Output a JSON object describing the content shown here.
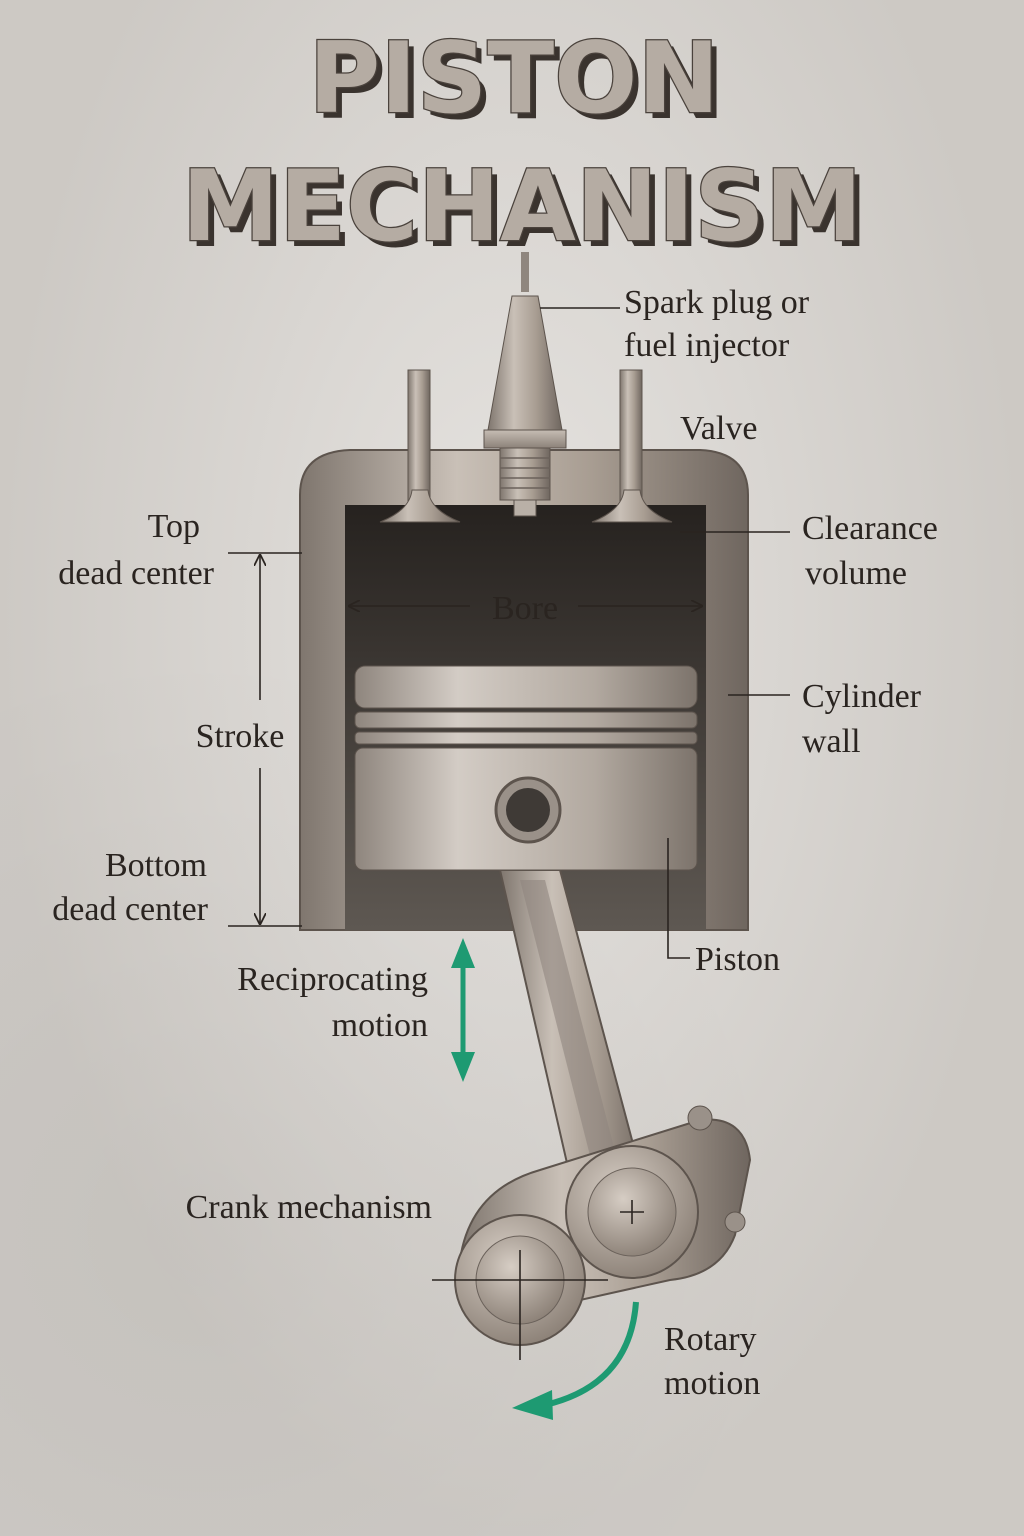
{
  "title": {
    "line1": "PISTON",
    "line2": "MECHANISM"
  },
  "labels": {
    "spark_plug": [
      "Spark plug or",
      "fuel injector"
    ],
    "valve": "Valve",
    "top_dead_center": [
      "Top",
      "dead center"
    ],
    "clearance_volume": [
      "Clearance",
      "volume"
    ],
    "bore": "Bore",
    "cylinder_wall": [
      "Cylinder",
      "wall"
    ],
    "stroke": "Stroke",
    "bottom_dead_center": [
      "Bottom",
      "dead center"
    ],
    "piston": "Piston",
    "reciprocating_motion": [
      "Reciprocating",
      "motion"
    ],
    "crank_mechanism": "Crank mechanism",
    "rotary_motion": [
      "Rotary",
      "motion"
    ]
  },
  "colors": {
    "background": "#d8d4cf",
    "metal": "#a89d92",
    "text": "#2a2420",
    "arrow_green": "#1e9a72"
  }
}
